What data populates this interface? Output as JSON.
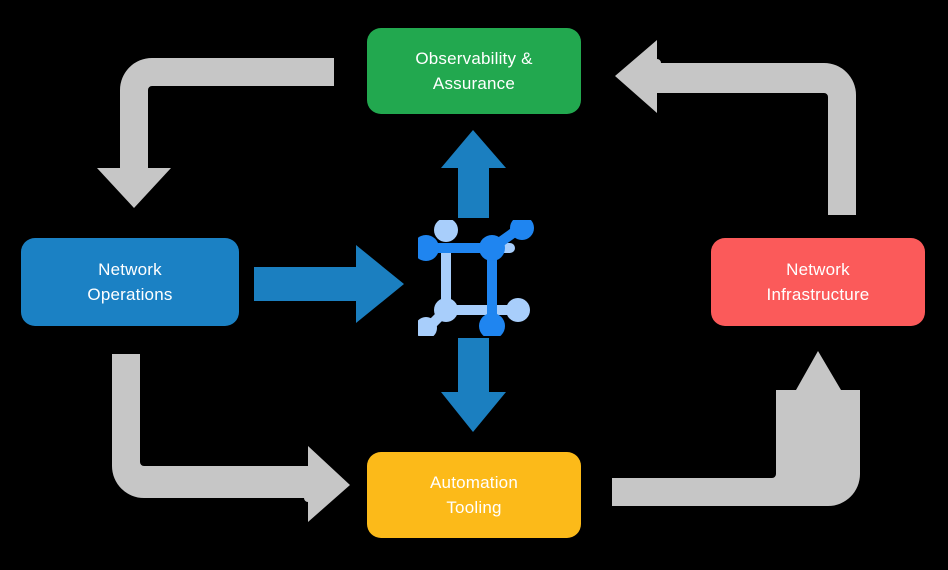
{
  "diagram": {
    "title": "Network automation operating model cycle",
    "type": "cycle-diagram",
    "background_color": "#000000",
    "flow_direction": "clockwise",
    "nodes": [
      {
        "id": "observability",
        "label": "Observability &\nAssurance",
        "color": "#22a84f",
        "position": "top"
      },
      {
        "id": "operations",
        "label": "Network\nOperations",
        "color": "#1b81c4",
        "position": "left"
      },
      {
        "id": "infrastructure",
        "label": "Network\nInfrastructure",
        "color": "#fb5a5a",
        "position": "right"
      },
      {
        "id": "automation",
        "label": "Automation\nTooling",
        "color": "#fcba19",
        "position": "bottom"
      }
    ],
    "center": {
      "id": "network-topology",
      "icon": "network-topology-icon",
      "node_color_primary": "#1f85f0",
      "node_color_secondary": "#a8cefb"
    },
    "blue_arrows": {
      "color": "#1b7fc0",
      "items": [
        {
          "id": "operations-to-center",
          "direction": "right",
          "from": "operations",
          "to": "network-topology"
        },
        {
          "id": "center-to-observability",
          "direction": "up",
          "from": "network-topology",
          "to": "observability"
        },
        {
          "id": "center-to-automation",
          "direction": "down",
          "from": "network-topology",
          "to": "automation"
        }
      ]
    },
    "gray_arrows": {
      "color": "#c6c6c6",
      "items": [
        {
          "id": "observability-to-operations",
          "shape": "elbow-left-down",
          "from": "observability",
          "to": "operations"
        },
        {
          "id": "infrastructure-to-observability",
          "shape": "elbow-up-left",
          "from": "infrastructure",
          "to": "observability"
        },
        {
          "id": "operations-to-automation",
          "shape": "elbow-down-right",
          "from": "operations",
          "to": "automation"
        },
        {
          "id": "automation-to-infrastructure",
          "shape": "elbow-right-up",
          "from": "automation",
          "to": "infrastructure"
        }
      ]
    }
  }
}
